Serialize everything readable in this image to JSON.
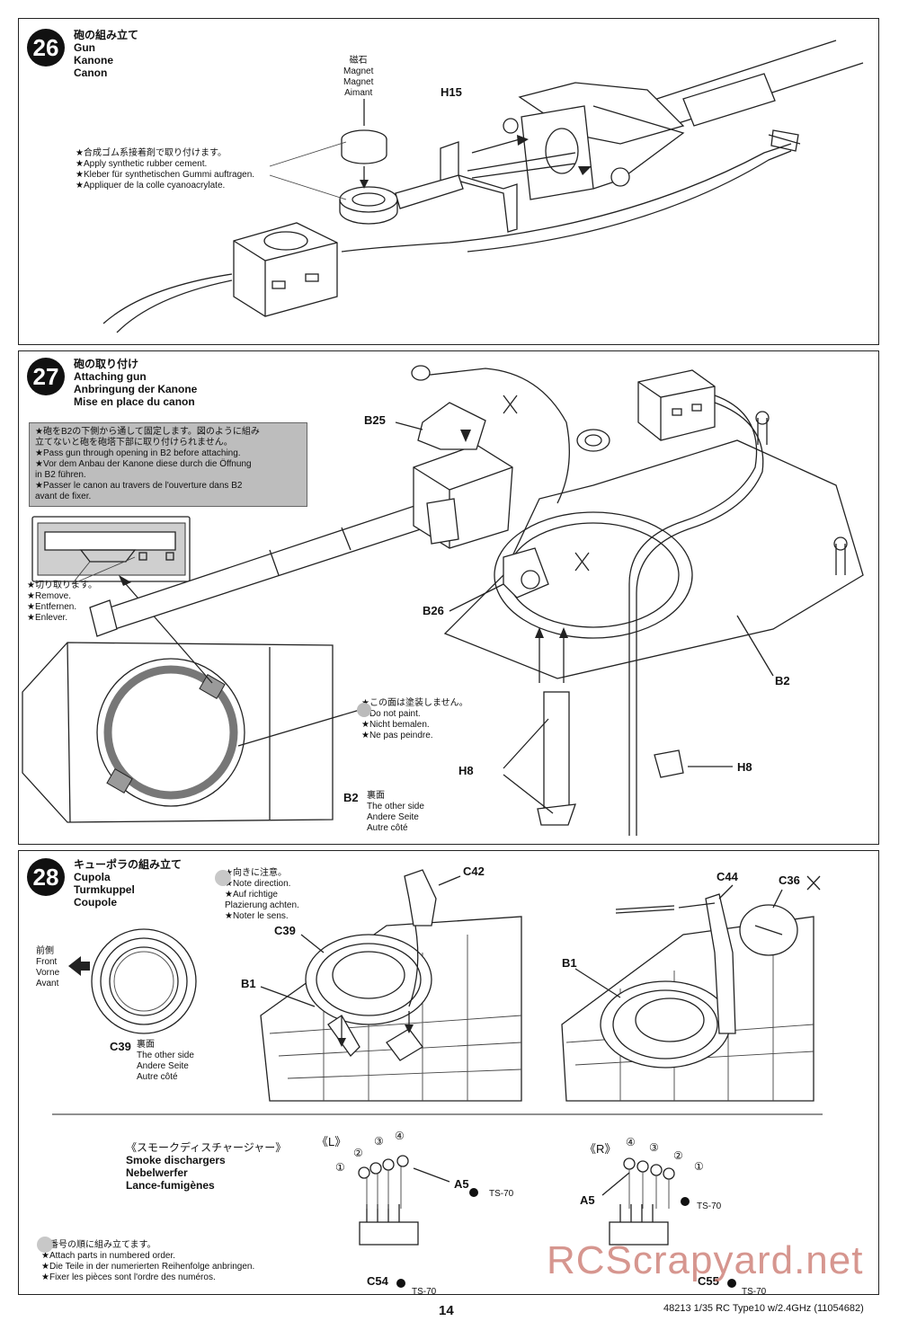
{
  "step26": {
    "number": "26",
    "title": [
      "砲の組み立て",
      "Gun",
      "Kanone",
      "Canon"
    ],
    "magnet": [
      "磁石",
      "Magnet",
      "Magnet",
      "Aimant"
    ],
    "h15": "H15",
    "cement_note": [
      "★合成ゴム系接着剤で取り付けます。",
      "★Apply synthetic rubber cement.",
      "★Kleber für synthetischen Gummi auftragen.",
      "★Appliquer de la colle cyanoacrylate."
    ]
  },
  "step27": {
    "number": "27",
    "title": [
      "砲の取り付け",
      "Attaching gun",
      "Anbringung der Kanone",
      "Mise en place du canon"
    ],
    "pass_note": [
      "★砲をB2の下側から通して固定します。図のように組み",
      "立てないと砲を砲塔下部に取り付けられません。",
      "★Pass gun through opening in B2 before attaching.",
      "★Vor dem Anbau der Kanone diese durch die Öffnung",
      "in B2 führen.",
      "★Passer le canon au travers de l'ouverture dans B2",
      "avant de fixer."
    ],
    "remove_note": [
      "★切り取ります。",
      "★Remove.",
      "★Entfernen.",
      "★Enlever."
    ],
    "paint_note": [
      "★この面は塗装しません。",
      "★Do not paint.",
      "★Nicht bemalen.",
      "★Ne pas peindre."
    ],
    "b2_other": "B2",
    "b2_other_side": [
      "裏面",
      "The other side",
      "Andere Seite",
      "Autre côté"
    ],
    "b25": "B25",
    "b26": "B26",
    "b2": "B2",
    "h8_left": "H8",
    "h8_right": "H8"
  },
  "step28": {
    "number": "28",
    "title": [
      "キューポラの組み立て",
      "Cupola",
      "Turmkuppel",
      "Coupole"
    ],
    "direction_note": [
      "★向きに注意。",
      "★Note direction.",
      "★Auf richtige",
      "Plazierung achten.",
      "★Noter le sens."
    ],
    "front": [
      "前側",
      "Front",
      "Vorne",
      "Avant"
    ],
    "c39_other": "C39",
    "c39_other_side": [
      "裏面",
      "The other side",
      "Andere Seite",
      "Autre côté"
    ],
    "c42": "C42",
    "c39": "C39",
    "b1_left": "B1",
    "c44": "C44",
    "c36": "C36",
    "b1_right": "B1",
    "smoke_title": [
      "《スモークディスチャージャー》",
      "Smoke dischargers",
      "Nebelwerfer",
      "Lance-fumigènes"
    ],
    "left_mark": "《L》",
    "right_mark": "《R》",
    "numbers_left": [
      "①",
      "②",
      "③",
      "④"
    ],
    "numbers_right": [
      "④",
      "③",
      "②",
      "①"
    ],
    "a5_left": "A5",
    "a5_right": "A5",
    "ts70_a": "TS-70",
    "ts70_b": "TS-70",
    "ts70_c": "TS-70",
    "ts70_d": "TS-70",
    "c54": "C54",
    "c55": "C55",
    "order_note": [
      "★番号の順に組み立てます。",
      "★Attach parts in numbered order.",
      "★Die Teile in der numerierten Reihenfolge anbringen.",
      "★Fixer les pièces sont l'ordre des numéros."
    ]
  },
  "footer": {
    "page_number": "14",
    "catalog": "48213  1/35  RC Type10 w/2.4GHz (11054682)"
  },
  "watermark": "RCScrapyard.net"
}
